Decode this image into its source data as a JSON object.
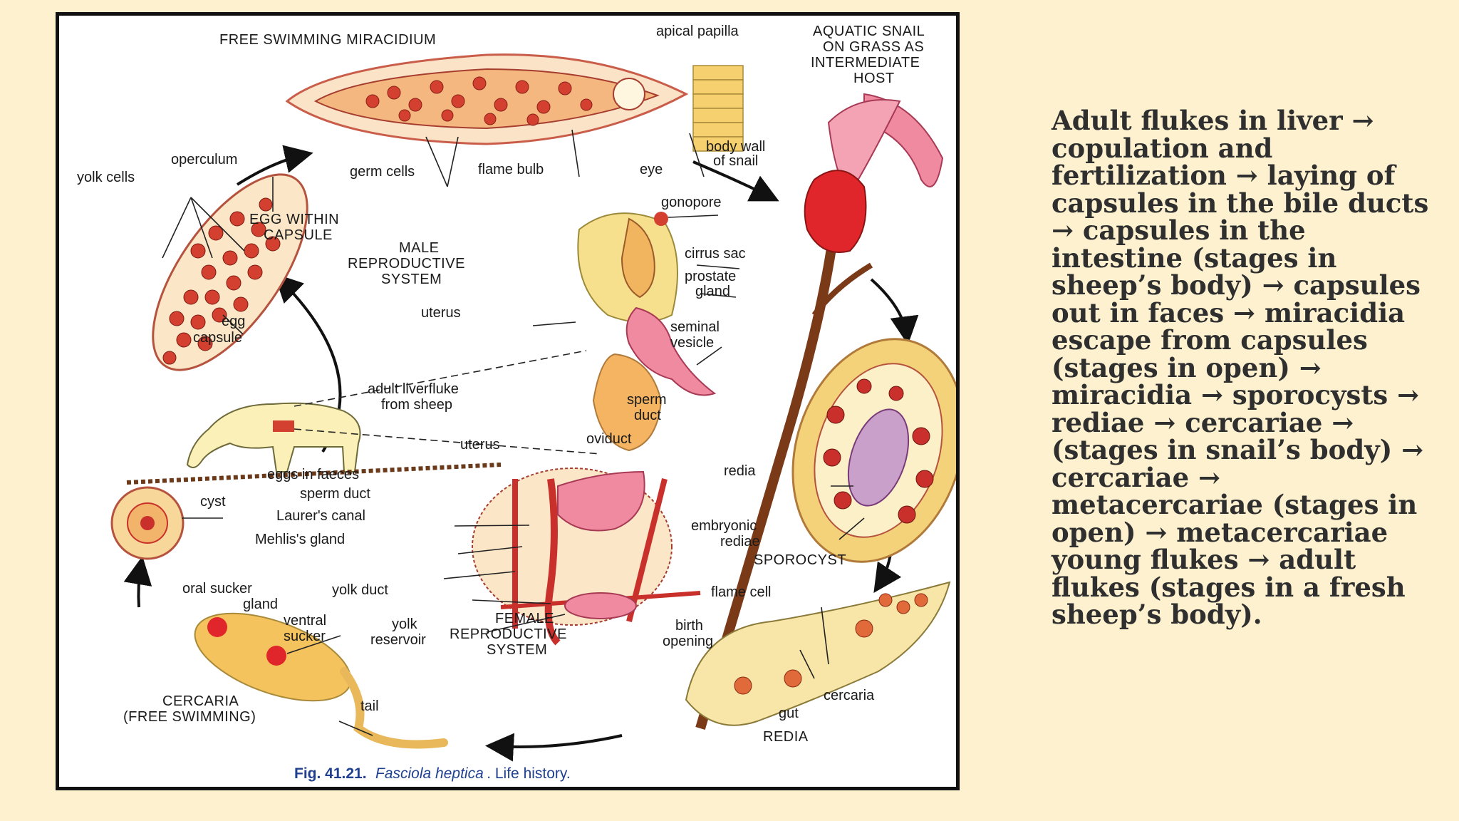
{
  "figure": {
    "labels": {
      "free_swimming_miracidium": "FREE SWIMMING MIRACIDIUM",
      "apical_papilla": "apical papilla",
      "aquatic_snail_1": "AQUATIC SNAIL",
      "aquatic_snail_2": "ON GRASS AS",
      "aquatic_snail_3": "INTERMEDIATE",
      "aquatic_snail_4": "HOST",
      "operculum": "operculum",
      "yolk_cells": "yolk cells",
      "germ_cells": "germ cells",
      "flame_bulb": "flame bulb",
      "eye": "eye",
      "body_wall_1": "body wall",
      "body_wall_2": "of snail",
      "egg_within_capsule_1": "EGG WITHIN",
      "egg_within_capsule_2": "CAPSULE",
      "gonopore": "gonopore",
      "male_repro_1": "MALE",
      "male_repro_2": "REPRODUCTIVE",
      "male_repro_3": "SYSTEM",
      "cirrus_sac": "cirrus sac",
      "prostate_gland_1": "prostate",
      "prostate_gland_2": "gland",
      "uterus_top": "uterus",
      "egg": "egg",
      "capsule": "capsule",
      "seminal_vesicle_1": "seminal",
      "seminal_vesicle_2": "vesicle",
      "adult_liverfluke_1": "adult liverfluke",
      "adult_liverfluke_2": "from sheep",
      "sperm_duct_right_1": "sperm",
      "sperm_duct_right_2": "duct",
      "uterus_bottom": "uterus",
      "oviduct": "oviduct",
      "eggs_in_faeces": "eggs in faeces",
      "sperm_duct": "sperm duct",
      "laurers_canal": "Laurer's canal",
      "mehliss_gland": "Mehlis's gland",
      "cyst": "cyst",
      "redia": "redia",
      "embryonic_rediae_1": "embryonic",
      "embryonic_rediae_2": "rediae",
      "sporocyst": "SPOROCYST",
      "oral_sucker": "oral sucker",
      "gland": "gland",
      "ventral_sucker_1": "ventral",
      "ventral_sucker_2": "sucker",
      "yolk_duct": "yolk duct",
      "yolk_reservoir_1": "yolk",
      "yolk_reservoir_2": "reservoir",
      "female_repro_1": "FEMALE",
      "female_repro_2": "REPRODUCTIVE",
      "female_repro_3": "SYSTEM",
      "flame_cell": "flame cell",
      "birth_opening_1": "birth",
      "birth_opening_2": "opening",
      "cercaria_small": "cercaria",
      "gut": "gut",
      "redia_caption": "REDIA",
      "cercaria_1": "CERCARIA",
      "cercaria_2": "(FREE SWIMMING)",
      "tail": "tail"
    },
    "caption": {
      "fig_number": "Fig. 41.21.",
      "species": "Fasciola heptica",
      "suffix": ". Life history."
    },
    "colors": {
      "background": "#fdf1cf",
      "frame": "#111111",
      "organism_fill": "#f2c06b",
      "cell_red": "#c9302c",
      "caption_blue": "#1f3f8f",
      "summary_text": "#2f2f2f"
    }
  },
  "summary": "Adult flukes in liver → copulation and fertilization → laying of capsules in the bile ducts → capsules in the intestine (stages in sheep’s body) → capsules out in faces → miracidia escape from capsules (stages in open) → miracidia → sporocysts → rediae → cercariae → (stages in snail’s body) → cercariae → metacercariae (stages in open) → metacercariae young flukes → adult flukes (stages in a fresh sheep’s body)."
}
